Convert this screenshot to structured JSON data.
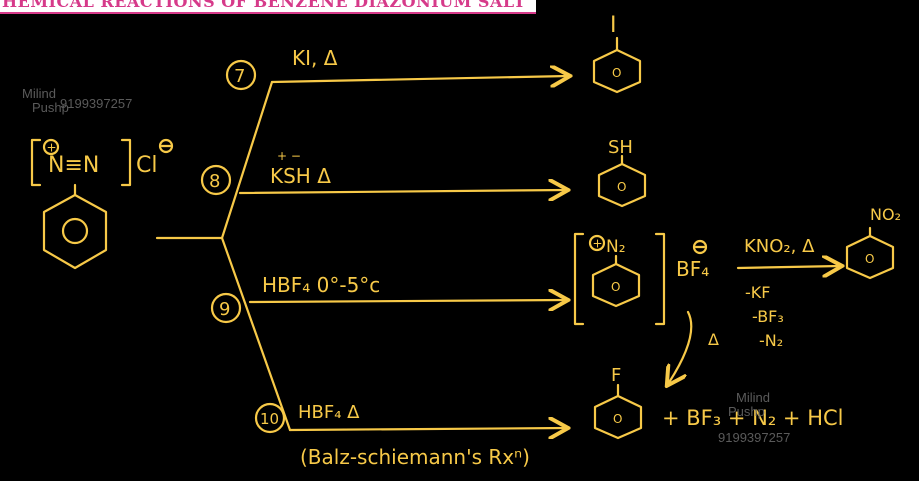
{
  "header": {
    "title": "HEMICAL REACTIONS OF BENZENE DIAZONIUM SALT"
  },
  "colors": {
    "ink": "#f7c948",
    "title": "#d63a8a",
    "background": "#000000"
  },
  "watermark": {
    "name1": "Milind",
    "name2": "Pushp",
    "phone": "9199397257"
  },
  "start": {
    "cation": "N≡N",
    "anion": "Cl"
  },
  "reactions": [
    {
      "number": "7",
      "reagent": "KI, Δ",
      "product_sub": "I"
    },
    {
      "number": "8",
      "reagent": "KSH Δ",
      "product_sub": "SH"
    },
    {
      "number": "9",
      "reagent": "HBF₄  0°-5°c",
      "product": "N₂",
      "counterion": "BF₄",
      "further": {
        "reagent": "KNO₂, Δ",
        "byproducts": [
          "-KF",
          "-BF₃",
          "-N₂"
        ],
        "product_sub": "NO₂"
      },
      "heat_label": "Δ"
    },
    {
      "number": "10",
      "reagent": "HBF₄  Δ",
      "product_sub": "F",
      "byproducts": "+ BF₃ + N₂ + HCl",
      "name": "(Balz-schiemann's Rxⁿ)"
    }
  ],
  "ring_label": "O"
}
